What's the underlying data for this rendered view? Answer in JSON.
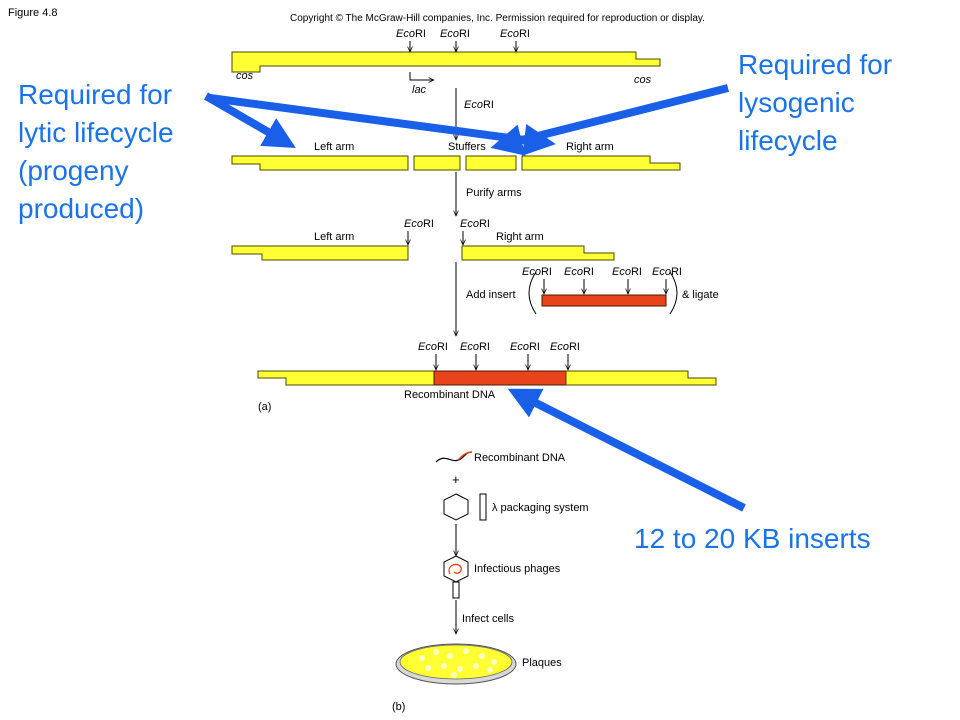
{
  "header": {
    "figure_label": "Figure 4.8",
    "copyright": "Copyright © The McGraw-Hill companies, Inc. Permission required for reproduction or display."
  },
  "panel_a": {
    "sites": {
      "italic": "Eco",
      "rest": "RI"
    },
    "cos_left": "cos",
    "cos_right": "cos",
    "lac": "lac",
    "step1": "EcoRI",
    "left_arm": "Left arm",
    "stuffers": "Stuffers",
    "right_arm": "Right arm",
    "purify": "Purify arms",
    "left_arm_2": "Left arm",
    "right_arm_2": "Right arm",
    "add_insert": "Add insert",
    "ligate": "& ligate",
    "recombinant": "Recombinant DNA",
    "label": "(a)"
  },
  "panel_b": {
    "recombinant": "Recombinant DNA",
    "plus": "+",
    "lambda": "λ packaging system",
    "phages": "Infectious phages",
    "infect": "Infect cells",
    "plaques": "Plaques",
    "label": "(b)"
  },
  "annotations": {
    "lytic": [
      "Required for",
      "lytic lifecycle",
      "(progeny",
      "produced)"
    ],
    "lysogenic": [
      "Required for",
      "lysogenic",
      "lifecycle"
    ],
    "inserts": "12 to 20 KB inserts"
  },
  "colors": {
    "dna": "#ffff33",
    "insert": "#e8431a",
    "annotation": "#1a73e8",
    "arrow": "#1a5fe8"
  }
}
